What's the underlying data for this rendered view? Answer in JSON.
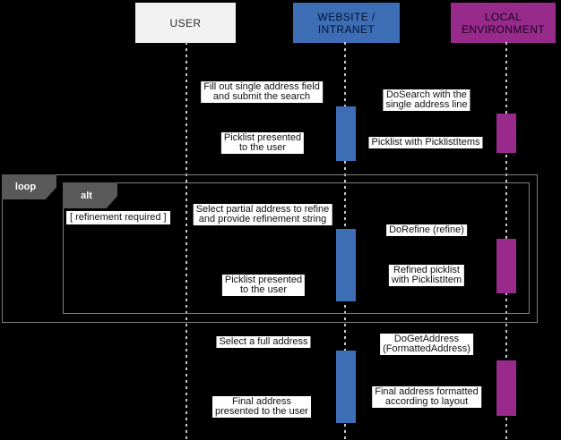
{
  "participants": {
    "user": {
      "label": "USER"
    },
    "website": {
      "label": "WEBSITE /\nINTRANET"
    },
    "local": {
      "label": "LOCAL\nENVIRONMENT"
    }
  },
  "fragments": {
    "loop_label": "loop",
    "alt_label": "alt",
    "alt_guard": "[ refinement required ]"
  },
  "messages": {
    "fill_out": "Fill out single address field\nand submit the search",
    "do_search": "DoSearch with the\nsingle address line",
    "picklist_presented_1": "Picklist presented\nto the user",
    "picklist_with_items": "Picklist with PicklistItems",
    "select_partial": "Select partial address to refine\nand provide refinement string",
    "do_refine": "DoRefine (refine)",
    "picklist_presented_2": "Picklist presented\nto the user",
    "refined_picklist": "Refined picklist\nwith PicklistItem",
    "select_full": "Select a full address",
    "do_get_address": "DoGetAddress\n(FormattedAddress)",
    "final_presented": "Final address\npresented to the user",
    "final_formatted": "Final address formatted\naccording to layout"
  },
  "colors": {
    "background": "#000000",
    "website_blue": "#3d6eb5",
    "local_purple": "#982a8c",
    "user_box": "#f2f2f2",
    "fragment_tab_gray": "#595959",
    "fragment_border_gray": "#7f7f7f",
    "label_background": "#ffffff"
  }
}
